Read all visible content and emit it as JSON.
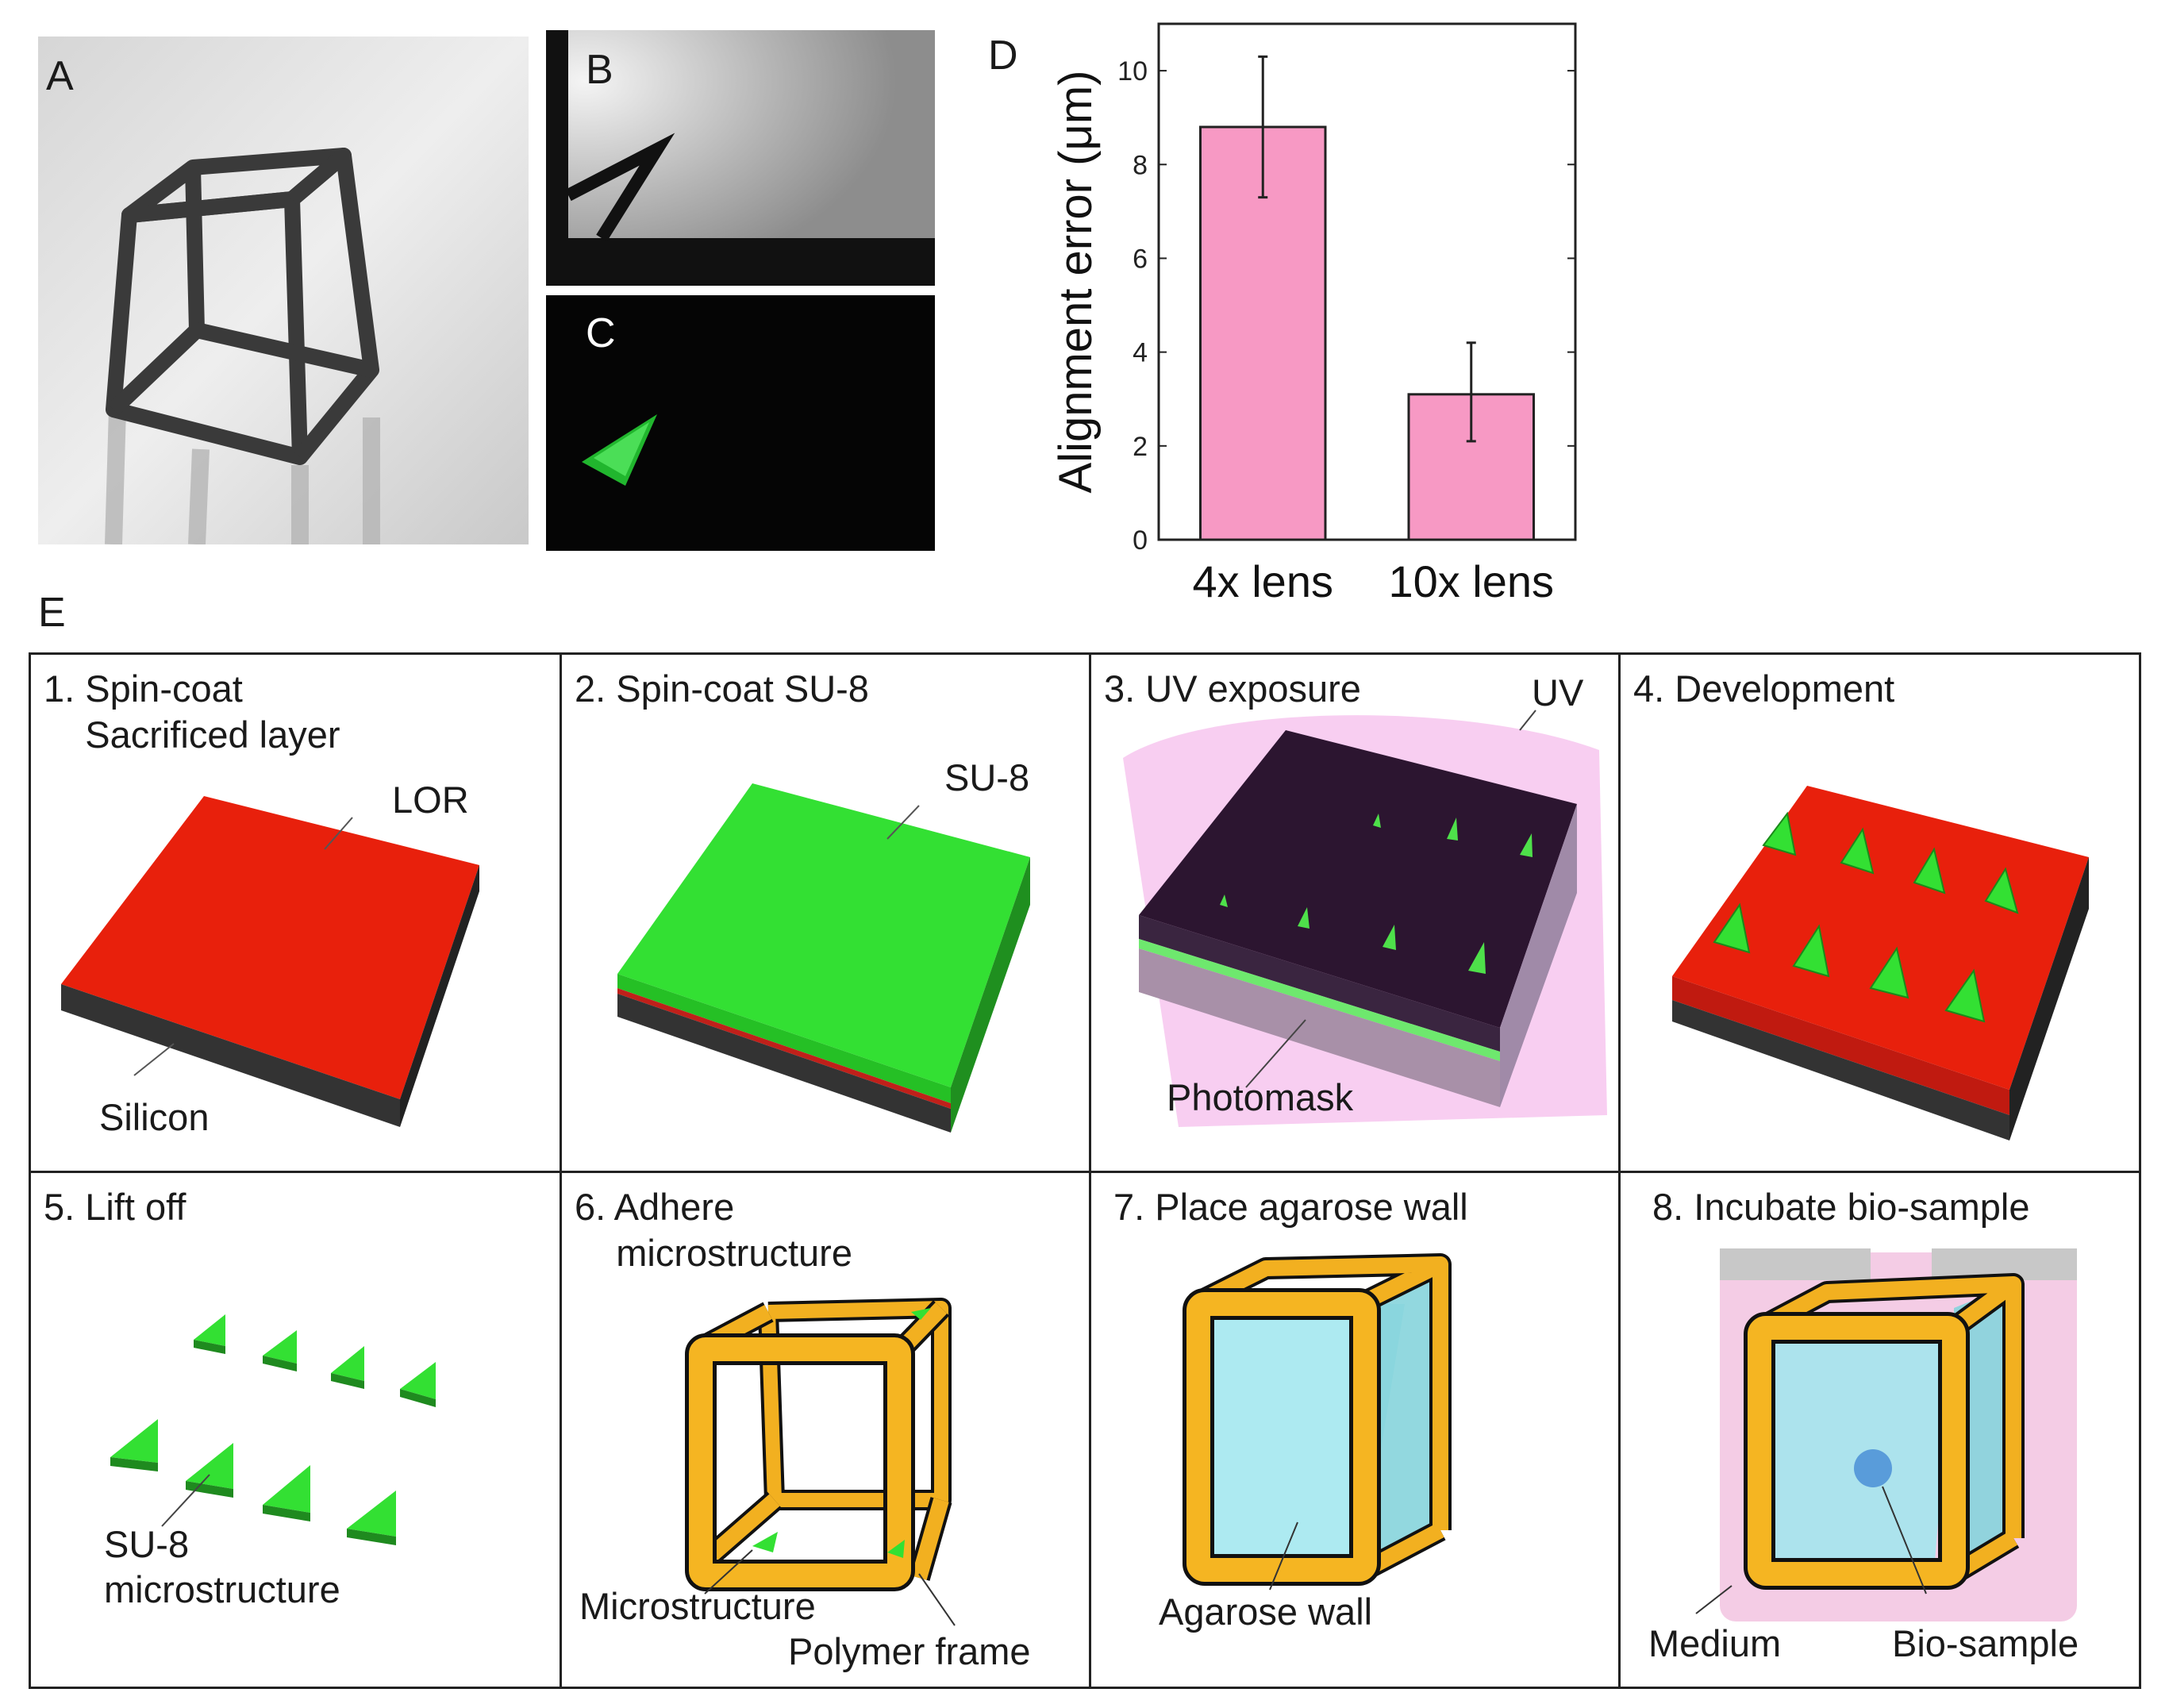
{
  "panels": {
    "a": {
      "letter": "A"
    },
    "b": {
      "letter": "B"
    },
    "c": {
      "letter": "C"
    },
    "d": {
      "letter": "D"
    },
    "e": {
      "letter": "E"
    }
  },
  "chart_data": {
    "type": "bar",
    "categories": [
      "4x lens",
      "10x lens"
    ],
    "values": [
      8.8,
      3.1
    ],
    "errors": [
      {
        "low": 7.3,
        "high": 10.3
      },
      {
        "low": 2.1,
        "high": 4.2
      }
    ],
    "ylabel": "Alignment error (μm)",
    "ylim": [
      0,
      11
    ],
    "yticks": [
      0,
      2,
      4,
      6,
      8,
      10
    ],
    "bar_color": "#f799c4",
    "grid": false
  },
  "steps": [
    {
      "title": "1. Spin-coat\n    Sacrificed layer",
      "labels": [
        "LOR",
        "Silicon"
      ]
    },
    {
      "title": "2. Spin-coat SU-8",
      "labels": [
        "SU-8"
      ]
    },
    {
      "title": "3. UV exposure",
      "labels": [
        "UV",
        "Photomask"
      ]
    },
    {
      "title": "4. Development",
      "labels": []
    },
    {
      "title": "5. Lift off",
      "labels": [
        "SU-8",
        "microstructure"
      ]
    },
    {
      "title": "6. Adhere\n    microstructure",
      "labels": [
        "Microstructure",
        "Polymer frame"
      ]
    },
    {
      "title": "7. Place agarose wall",
      "labels": [
        "Agarose wall"
      ]
    },
    {
      "title": "8. Incubate bio-sample",
      "labels": [
        "Medium",
        "Bio-sample"
      ]
    }
  ],
  "colors": {
    "lor": "#e8200c",
    "silicon": "#333333",
    "su8": "#33e033",
    "frame": "#f2b020",
    "agarose": "#9fe6ee",
    "medium": "#f3c6e2",
    "photomask": "#2c1530"
  }
}
